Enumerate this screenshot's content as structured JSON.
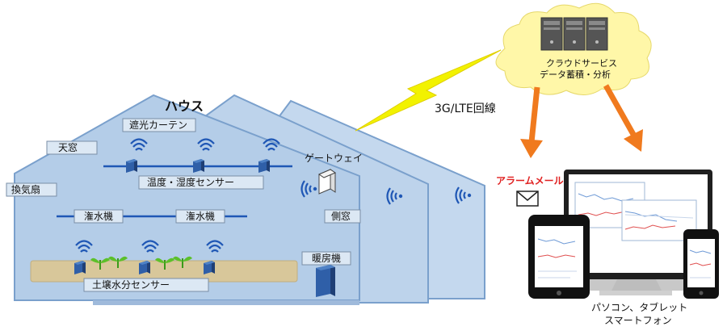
{
  "house": {
    "title": "ハウス",
    "labels": {
      "shade_curtain": "遮光カーテン",
      "skylight": "天窓",
      "temp_humidity_sensor": "温度・湿度センサー",
      "ventilation_fan": "換気扇",
      "irrigator_1": "潅水機",
      "irrigator_2": "潅水機",
      "side_window": "側窓",
      "heater": "暖房機",
      "soil_moisture_sensor": "土壌水分センサー",
      "gateway": "ゲートウェイ"
    }
  },
  "network": {
    "link": "3G/LTE回線"
  },
  "cloud": {
    "line1": "クラウドサービス",
    "line2": "データ蓄積・分析"
  },
  "devices": {
    "alarm_mail": "アラームメール",
    "caption_line1": "パソコン、タブレット",
    "caption_line2": "スマートフォン"
  },
  "colors": {
    "house_fill": "#b4cde8",
    "house_stroke": "#7aa0cc",
    "arrow": "#f07a1e",
    "cloud": "#fff7a8",
    "lightning": "#f2f200",
    "signal": "#1f57b5",
    "leaf": "#5cc02a",
    "soil": "#d8c79a",
    "alarm_text": "#e02020"
  }
}
